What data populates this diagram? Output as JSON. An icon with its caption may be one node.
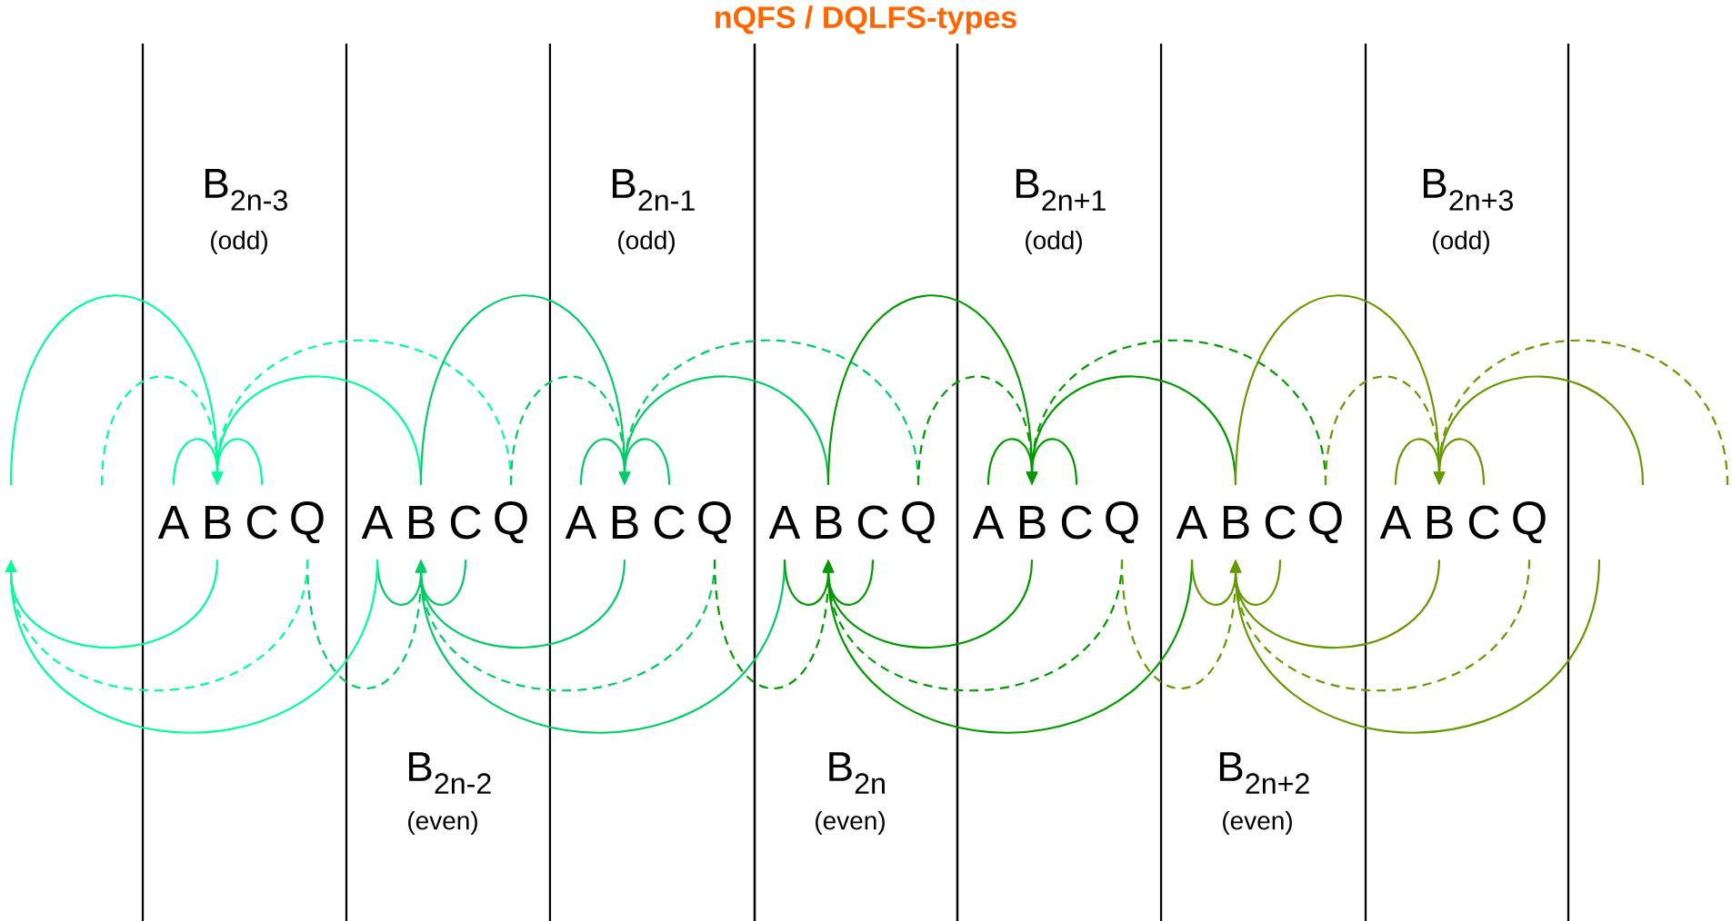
{
  "diagram": {
    "title": "nQFS / DQLFS-types",
    "nodes": [
      {
        "text": [
          "A"
        ]
      },
      {
        "text": [
          "B"
        ]
      },
      {
        "text": [
          "C"
        ]
      },
      {
        "text": [
          "Q"
        ]
      },
      {
        "text": [
          "A"
        ]
      },
      {
        "text": [
          "B"
        ]
      },
      {
        "text": [
          "C"
        ]
      },
      {
        "text": [
          "Q"
        ]
      },
      {
        "text": [
          "A"
        ]
      },
      {
        "text": [
          "B"
        ]
      },
      {
        "text": [
          "C"
        ]
      },
      {
        "text": [
          "Q"
        ]
      },
      {
        "text": [
          "A"
        ]
      },
      {
        "text": [
          "B"
        ]
      },
      {
        "text": [
          "C"
        ]
      },
      {
        "text": [
          "Q"
        ]
      },
      {
        "text": [
          "A"
        ]
      },
      {
        "text": [
          "B"
        ]
      },
      {
        "text": [
          "C"
        ]
      },
      {
        "text": [
          "Q"
        ]
      },
      {
        "text": [
          "A"
        ]
      },
      {
        "text": [
          "B"
        ]
      },
      {
        "text": [
          "C"
        ]
      },
      {
        "text": [
          "Q"
        ]
      },
      {
        "text": [
          "A"
        ]
      },
      {
        "text": [
          "B"
        ]
      },
      {
        "text": [
          "C"
        ]
      },
      {
        "text": [
          "Q"
        ]
      }
    ],
    "edges": [
      {
        "from": 0,
        "to": 1,
        "arrow": "to",
        "color": "#00ff99"
      },
      {
        "from": 2,
        "to": 1,
        "arrow": "to",
        "color": "#00ff99"
      },
      {
        "from": null,
        "to": 1,
        "arrow": "to",
        "color": "#00ff99"
      },
      {
        "from": null,
        "to": 1,
        "arrow": "to",
        "style": "dashed",
        "color": "#00ff99"
      },
      {
        "from": 5,
        "to": 1,
        "arrow": "to",
        "color": "#00ff99"
      },
      {
        "from": 7,
        "to": 1,
        "arrow": "to",
        "style": "dashed",
        "color": "#00ff99"
      },
      {
        "from": 8,
        "to": 9,
        "arrow": "to",
        "color": "#00cc66"
      },
      {
        "from": 10,
        "to": 9,
        "arrow": "to",
        "color": "#00cc66"
      },
      {
        "from": 5,
        "to": 9,
        "arrow": "to",
        "color": "#00cc66"
      },
      {
        "from": 7,
        "to": 9,
        "arrow": "to",
        "style": "dashed",
        "color": "#00cc66"
      },
      {
        "from": 13,
        "to": 9,
        "arrow": "to",
        "color": "#00cc66"
      },
      {
        "from": 15,
        "to": 9,
        "arrow": "to",
        "style": "dashed",
        "color": "#00cc66"
      },
      {
        "from": 16,
        "to": 17,
        "arrow": "to",
        "color": "#009900"
      },
      {
        "from": 18,
        "to": 17,
        "arrow": "to",
        "color": "#009900"
      },
      {
        "from": 13,
        "to": 17,
        "arrow": "to",
        "color": "#009900"
      },
      {
        "from": 15,
        "to": 17,
        "arrow": "to",
        "style": "dashed",
        "color": "#009900"
      },
      {
        "from": 21,
        "to": 17,
        "arrow": "to",
        "color": "#009900"
      },
      {
        "from": 23,
        "to": 17,
        "arrow": "to",
        "style": "dashed",
        "color": "#009900"
      },
      {
        "from": 24,
        "to": 25,
        "arrow": "to",
        "color": "#669900"
      },
      {
        "from": 26,
        "to": 25,
        "arrow": "to",
        "color": "#669900"
      },
      {
        "from": 21,
        "to": 25,
        "arrow": "to",
        "color": "#669900"
      },
      {
        "from": 23,
        "to": 25,
        "arrow": "to",
        "style": "dashed",
        "color": "#669900"
      },
      {
        "from": null,
        "to": 25,
        "arrow": "to",
        "color": "#669900"
      },
      {
        "from": null,
        "to": 25,
        "arrow": "to",
        "style": "dashed",
        "color": "#669900"
      },
      {
        "from": 4,
        "to": 5,
        "arrow": "to",
        "color": "#00cc66"
      },
      {
        "from": 6,
        "to": 5,
        "arrow": "to",
        "color": "#00cc66"
      },
      {
        "from": 3,
        "to": 5,
        "arrow": "to",
        "style": "dashed",
        "color": "#00cc66"
      },
      {
        "from": 9,
        "to": 5,
        "arrow": "to",
        "color": "#00cc66"
      },
      {
        "from": 11,
        "to": 5,
        "arrow": "to",
        "style": "dashed",
        "color": "#00cc66"
      },
      {
        "from": 12,
        "to": 5,
        "arrow": "to",
        "color": "#00cc66"
      },
      {
        "from": 12,
        "to": 13,
        "arrow": "to",
        "color": "#009900"
      },
      {
        "from": 14,
        "to": 13,
        "arrow": "to",
        "color": "#009900"
      },
      {
        "from": 11,
        "to": 13,
        "arrow": "to",
        "style": "dashed",
        "color": "#009900"
      },
      {
        "from": 17,
        "to": 13,
        "arrow": "to",
        "color": "#009900"
      },
      {
        "from": 19,
        "to": 13,
        "arrow": "to",
        "style": "dashed",
        "color": "#009900"
      },
      {
        "from": 20,
        "to": 13,
        "arrow": "to",
        "color": "#009900"
      },
      {
        "from": 20,
        "to": 21,
        "arrow": "to",
        "color": "#669900"
      },
      {
        "from": 22,
        "to": 21,
        "arrow": "to",
        "color": "#669900"
      },
      {
        "from": 19,
        "to": 21,
        "arrow": "to",
        "style": "dashed",
        "color": "#669900"
      },
      {
        "from": 25,
        "to": 21,
        "arrow": "to",
        "color": "#669900"
      },
      {
        "from": 27,
        "to": 21,
        "arrow": "to",
        "style": "dashed",
        "color": "#669900"
      },
      {
        "from": null,
        "to": 21,
        "arrow": "to",
        "color": "#669900"
      },
      {
        "from": 1,
        "to": null,
        "arrow": "to",
        "color": "#00ff99"
      },
      {
        "from": 3,
        "to": null,
        "arrow": "to",
        "style": "dashed",
        "color": "#00ff99"
      },
      {
        "from": 4,
        "to": null,
        "arrow": "to",
        "color": "#00ff99"
      }
    ],
    "labels": [
      "B$_{2n-3}$",
      "(odd)",
      "B$_{2n-1}$",
      "(odd)",
      "B$_{2n+1}$",
      "(odd)",
      "B$_{2n+3}$",
      "(odd)",
      "B$_{2n-2}$",
      "(even)",
      "B$_{2n}$",
      "(even)",
      "B$_{2n+2}$",
      "(even)"
    ]
  }
}
